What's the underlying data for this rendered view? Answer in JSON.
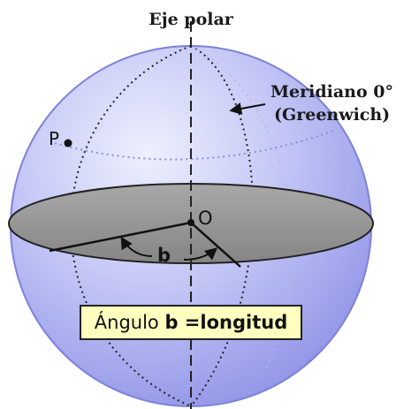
{
  "title": "Eje polar",
  "meridian_label": "Meridiano 0°",
  "meridian_sublabel": "(Greenwich)",
  "point_p_label": "P",
  "center_label": "O",
  "angle_label": "b",
  "caption": {
    "prefix": "Ángulo ",
    "variable": "b",
    "suffix": " =longitud"
  },
  "colors": {
    "sphere": "#9fa3f0",
    "sphere_light": "#e4e6fb",
    "equator_plane": "#8f8f8f",
    "caption_bg": "#ffffbf"
  }
}
